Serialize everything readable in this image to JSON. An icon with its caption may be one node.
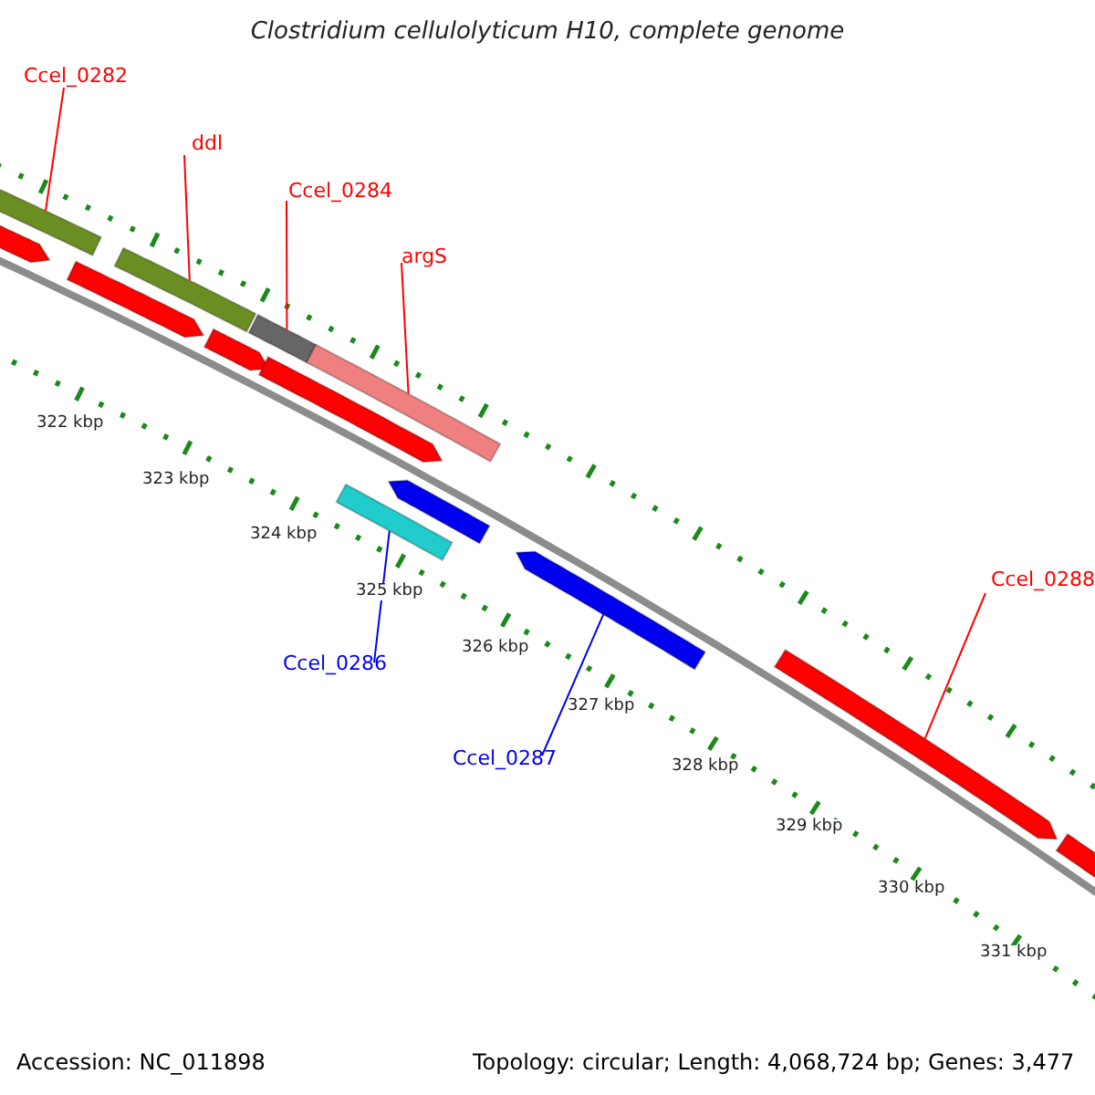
{
  "diagram": {
    "title": "Clostridium cellulolyticum H10, complete genome",
    "nodes": [
      {
        "text": [
          "Ccel_0282"
        ]
      },
      {
        "text": [
          "ddl"
        ]
      },
      {
        "text": [
          "Ccel_0284"
        ]
      },
      {
        "text": [
          "argS"
        ]
      },
      {
        "text": [
          "Ccel_0288"
        ]
      },
      {
        "text": [
          "Ccel_0286"
        ]
      },
      {
        "text": [
          "Ccel_0287"
        ]
      },
      {
        "text": [],
        "shape": "bar"
      },
      {
        "text": [],
        "shape": "arrow"
      },
      {
        "text": [],
        "shape": "arrow"
      },
      {
        "text": [],
        "shape": "bar"
      },
      {
        "text": [],
        "shape": "arrow"
      },
      {
        "text": [],
        "shape": "bar"
      },
      {
        "text": [],
        "shape": "arrow"
      },
      {
        "text": [],
        "shape": "bar"
      },
      {
        "text": [],
        "shape": "bar"
      },
      {
        "text": [],
        "shape": "arrow"
      },
      {
        "text": [],
        "shape": "arrow"
      },
      {
        "text": [],
        "shape": "arrow"
      },
      {
        "text": [],
        "shape": "arrow"
      }
    ],
    "edges": [
      {
        "from": 0,
        "to": 7,
        "arrow": "none"
      },
      {
        "from": 1,
        "to": 10,
        "arrow": "none"
      },
      {
        "from": 2,
        "to": 12,
        "arrow": "none"
      },
      {
        "from": 3,
        "to": 14,
        "arrow": "none"
      },
      {
        "from": 4,
        "to": 18,
        "arrow": "none"
      },
      {
        "from": 5,
        "to": 15,
        "arrow": "none",
        "color": "#0000ee"
      },
      {
        "from": 6,
        "to": 17,
        "arrow": "none",
        "color": "#0000ee"
      }
    ],
    "labels": [
      "322 kbp",
      "323 kbp",
      "324 kbp",
      "325 kbp",
      "326 kbp",
      "327 kbp",
      "328 kbp",
      "329 kbp",
      "330 kbp",
      "331 kbp",
      "Accession: NC_011898",
      "Topology: circular; Length: 4,068,724 bp; Genes: 3,477"
    ]
  }
}
